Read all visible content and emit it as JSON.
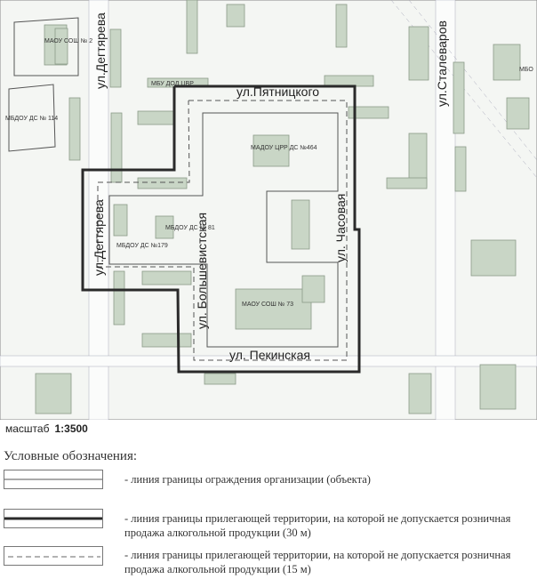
{
  "map": {
    "streets": {
      "degtyareva_top": "ул.Дегтярева",
      "degtyareva_bottom": "ул.Дегтярева",
      "pyatnitskogo": "ул.Пятницкого",
      "stalevarov": "ул.Сталеваров",
      "bolshevistskaya": "ул. Большевистская",
      "chasovaya": "ул. Часовая",
      "pekinskaya": "ул. Пекинская"
    },
    "organizations": {
      "school2": "МАОУ СОШ № 2",
      "cvr": "МБУ ДОД ЦВР",
      "ds114": "МБДОУ ДС № 114",
      "ds464": "МАДОУ ЦРР ДС №464",
      "ds81": "МБДОУ ДС № 81",
      "ds179": "МБДОУ ДС №179",
      "school73": "МАОУ СОШ № 73",
      "mbo": "МБО"
    }
  },
  "scale": {
    "label": "масштаб",
    "value": "1:3500"
  },
  "legend": {
    "title": "Условные обозначения:",
    "items": [
      {
        "text": "- линия границы ограждения организации (объекта)"
      },
      {
        "text": "- линия границы прилегающей территории, на которой не допускается розничная продажа алкогольной продукции (30 м)"
      },
      {
        "text": "- линия границы прилегающей территории, на которой не допускается розничная продажа алкогольной продукции (15 м)"
      }
    ]
  }
}
